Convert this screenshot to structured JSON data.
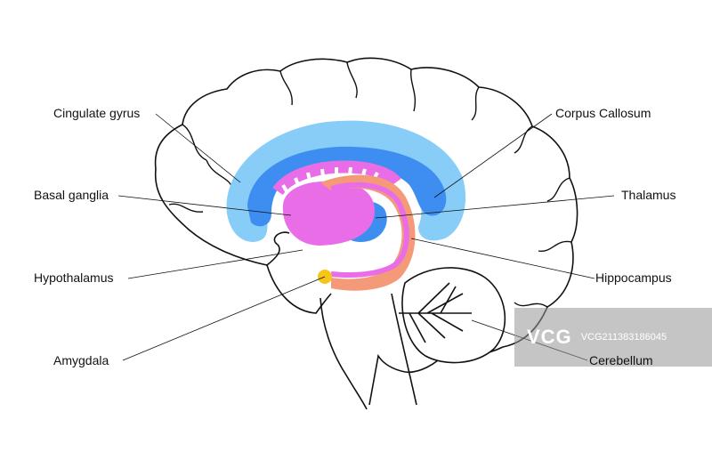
{
  "labels": {
    "cingulate_gyrus": "Cingulate gyrus",
    "basal_ganglia": "Basal ganglia",
    "hypothalamus": "Hypothalamus",
    "amygdala": "Amygdala",
    "corpus_callosum": "Corpus Callosum",
    "thalamus": "Thalamus",
    "hippocampus": "Hippocampus",
    "cerebellum": "Cerebellum"
  },
  "watermark": {
    "logo": "VCG",
    "id": "VCG211383186045"
  },
  "colors": {
    "cingulate_gyrus": "#87cdf7",
    "corpus_callosum": "#3d8ef0",
    "basal_ganglia": "#ea6de8",
    "hippocampus": "#f59a79",
    "amygdala": "#f5c518",
    "outline": "#111111"
  }
}
